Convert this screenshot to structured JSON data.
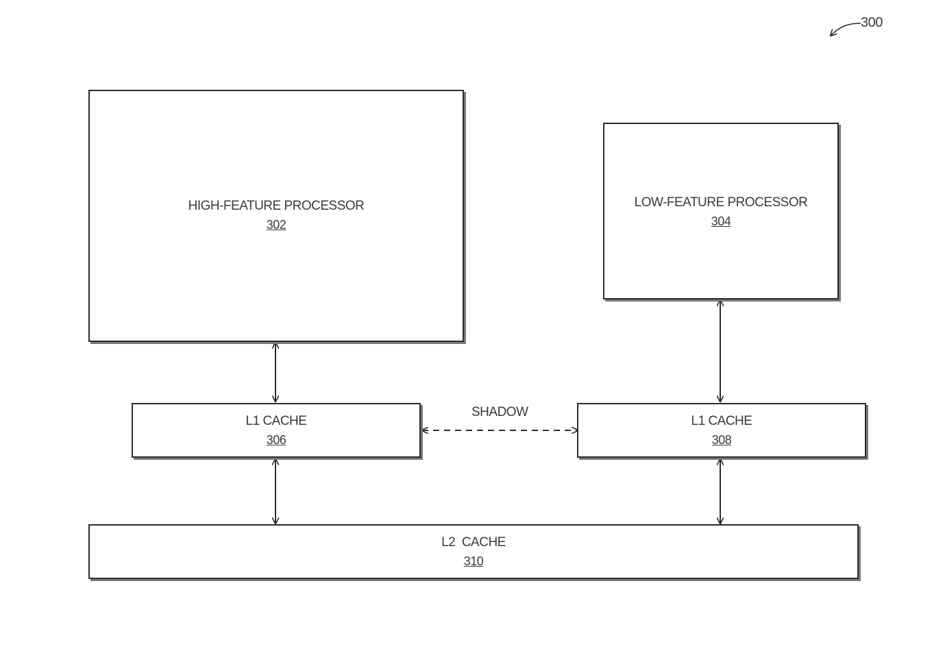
{
  "figure_ref": "300",
  "boxes": {
    "high_feature_processor": {
      "label": "HIGH-FEATURE PROCESSOR",
      "ref": "302"
    },
    "low_feature_processor": {
      "label": "LOW-FEATURE PROCESSOR",
      "ref": "304"
    },
    "l1_cache_high": {
      "label": "L1 CACHE",
      "ref": "306"
    },
    "l1_cache_low": {
      "label": "L1 CACHE",
      "ref": "308"
    },
    "l2_cache": {
      "label": "L2  CACHE",
      "ref": "310"
    }
  },
  "connections": {
    "shadow_label": "SHADOW"
  }
}
